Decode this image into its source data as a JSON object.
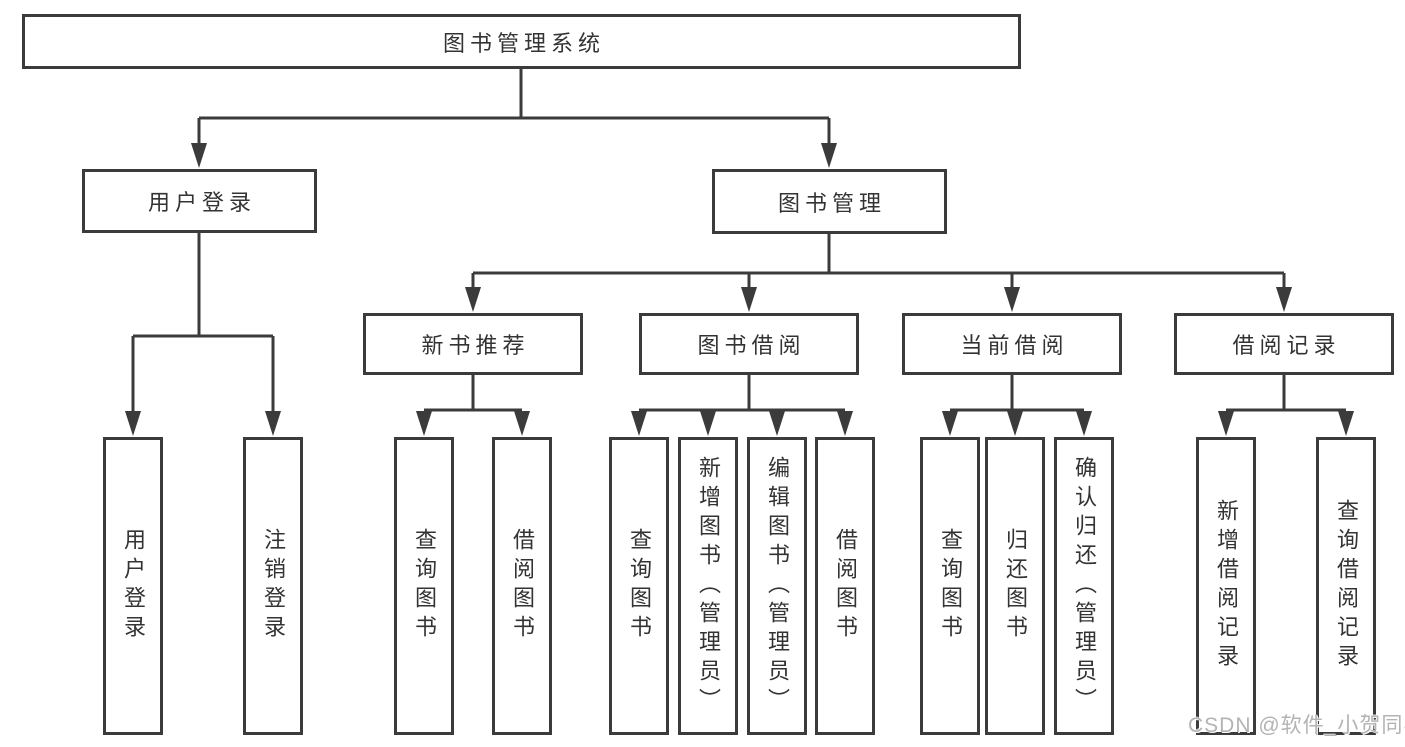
{
  "colors": {
    "line": "#3b3b3b",
    "node_border": "#3b3b3b",
    "node_background": "#ffffff",
    "text": "#333333",
    "watermark_text": "#b3b3b3"
  },
  "watermark": {
    "text": "CSDN @软件_小贺同学"
  },
  "tree": {
    "root": {
      "label": "图书管理系统"
    },
    "branches": [
      {
        "label": "用户登录",
        "children": [
          {
            "label": "用户登录"
          },
          {
            "label": "注销登录"
          }
        ]
      },
      {
        "label": "图书管理",
        "children": [
          {
            "label": "新书推荐",
            "children": [
              {
                "label": "查询图书"
              },
              {
                "label": "借阅图书"
              }
            ]
          },
          {
            "label": "图书借阅",
            "children": [
              {
                "label": "查询图书"
              },
              {
                "label": "新增图书（管理员）"
              },
              {
                "label": "编辑图书（管理员）"
              },
              {
                "label": "借阅图书"
              }
            ]
          },
          {
            "label": "当前借阅",
            "children": [
              {
                "label": "查询图书"
              },
              {
                "label": "归还图书"
              },
              {
                "label": "确认归还（管理员）"
              }
            ]
          },
          {
            "label": "借阅记录",
            "children": [
              {
                "label": "新增借阅记录"
              },
              {
                "label": "查询借阅记录"
              }
            ]
          }
        ]
      }
    ]
  }
}
